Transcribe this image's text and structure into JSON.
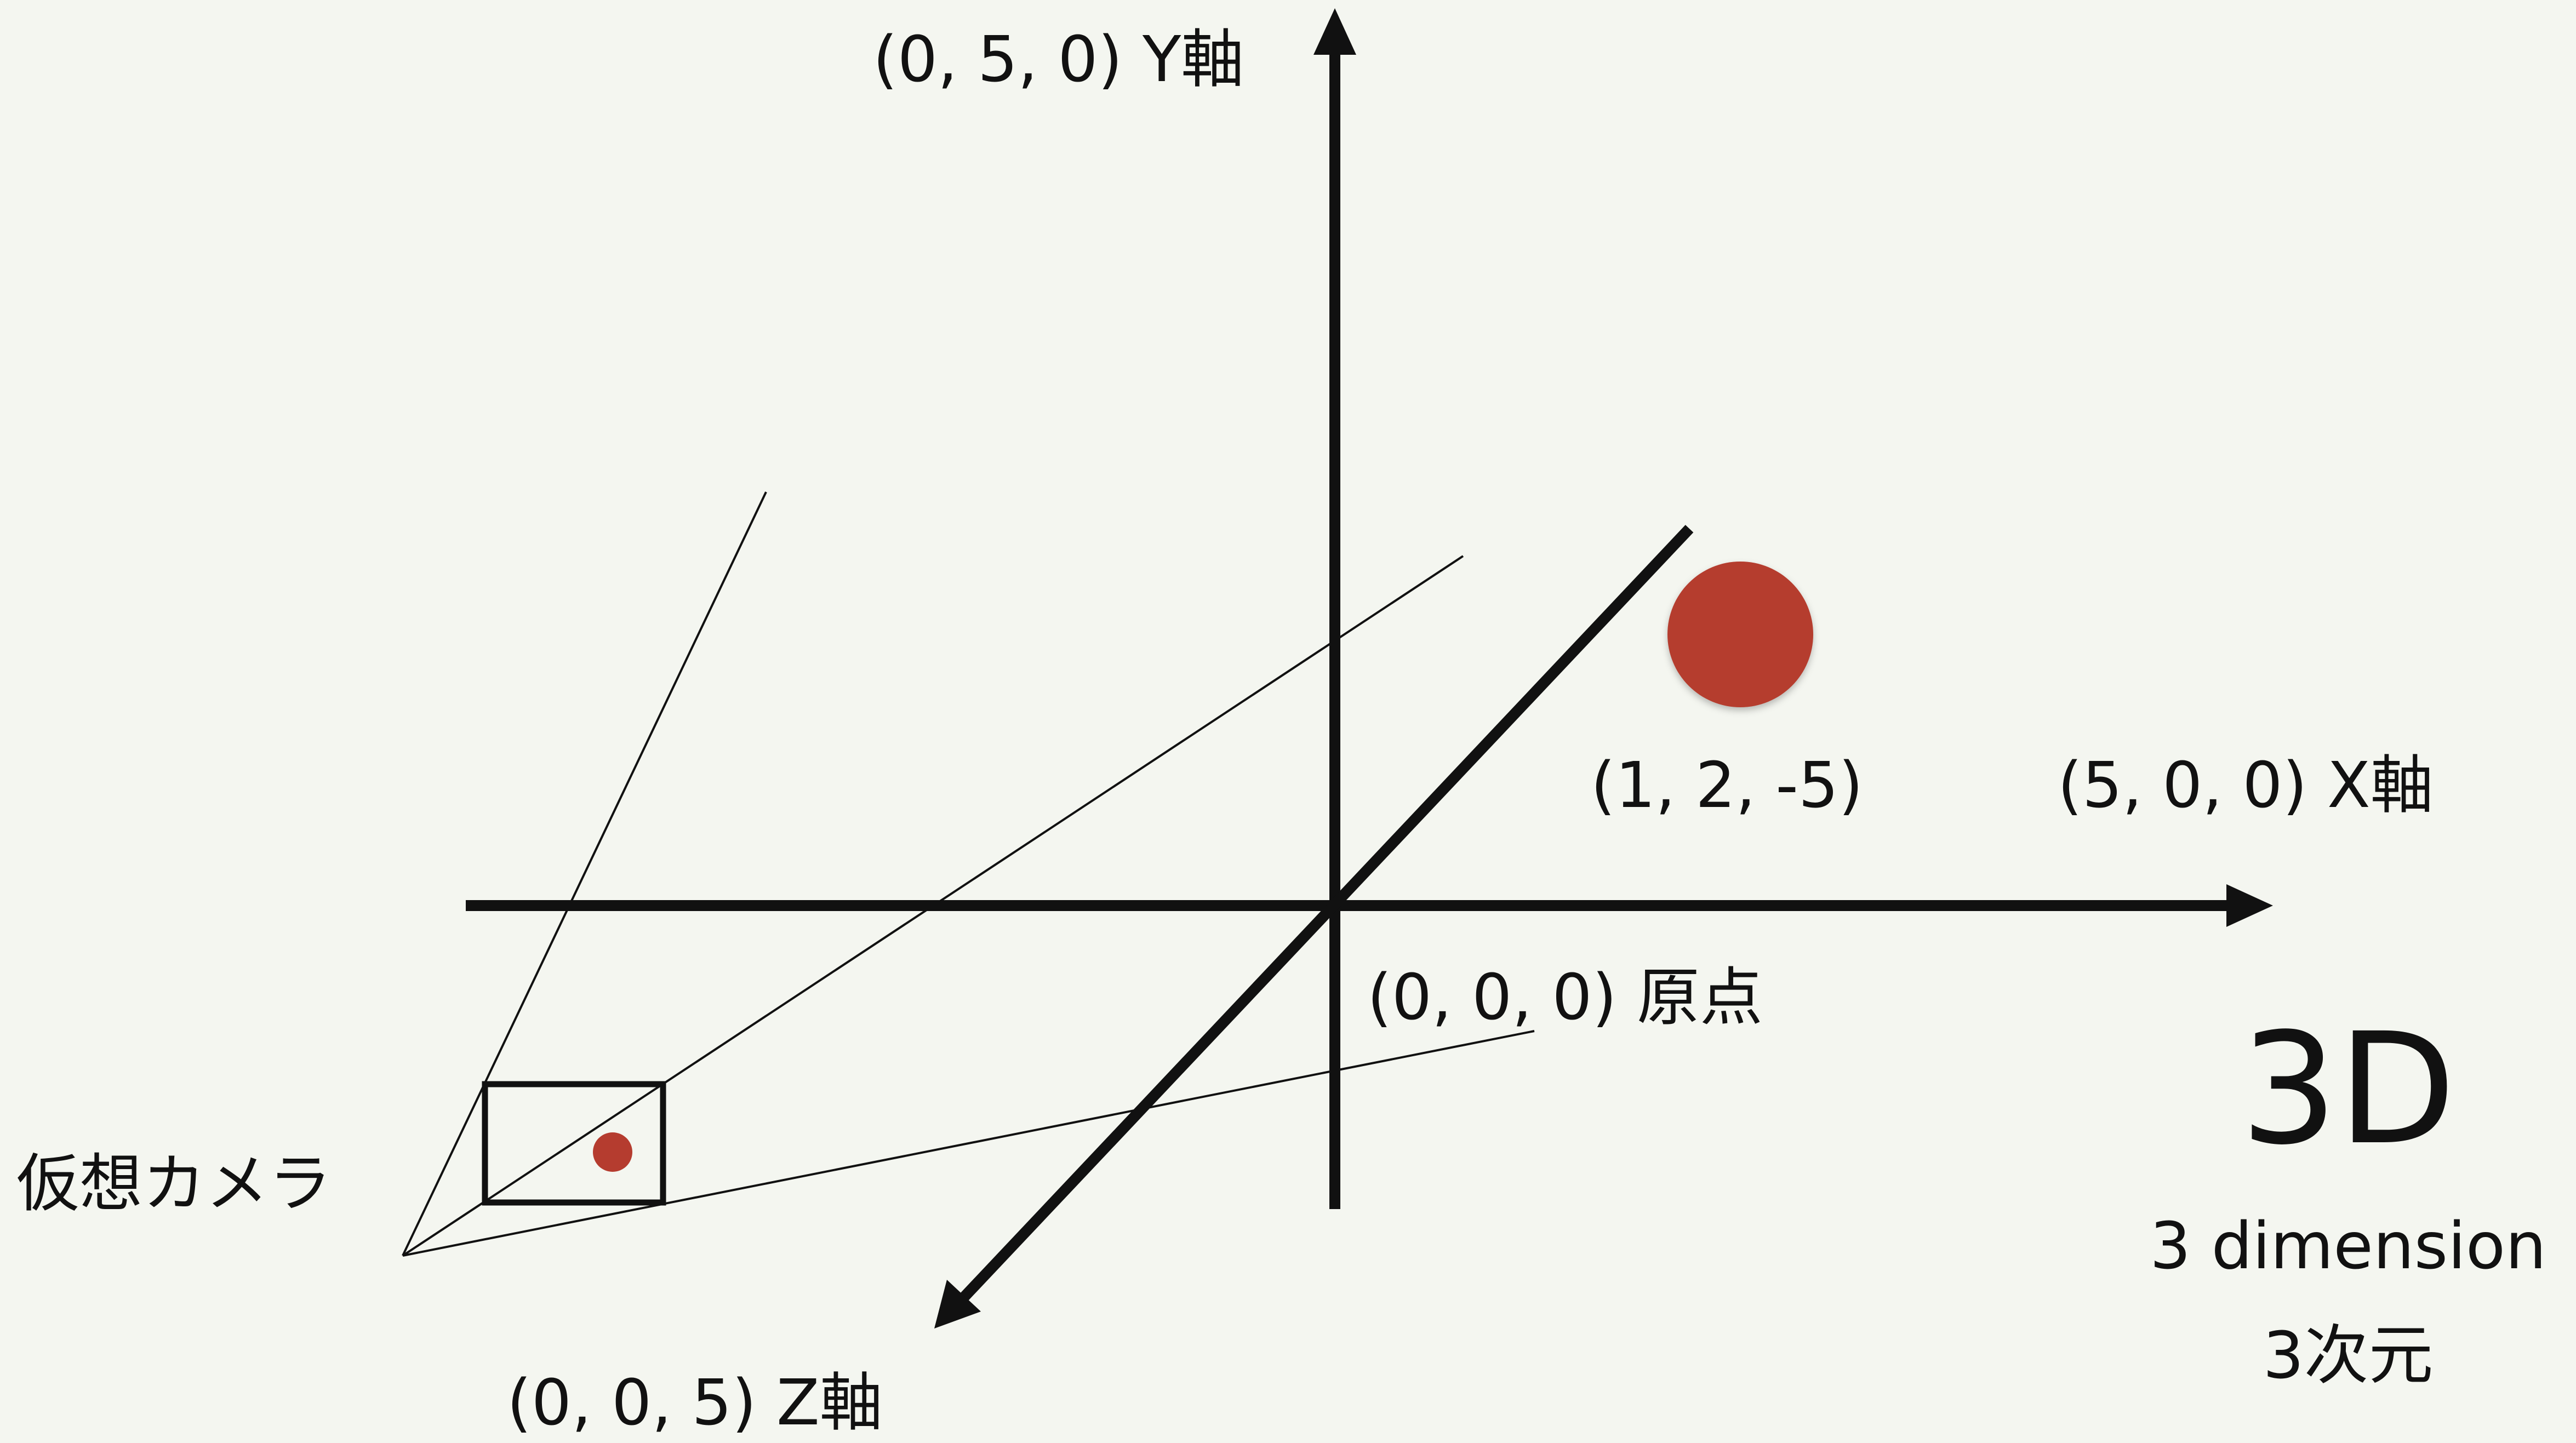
{
  "labels": {
    "y_axis": "(0, 5, 0) Y軸",
    "x_axis": "(5, 0, 0) X軸",
    "z_axis": "(0, 0, 5) Z軸",
    "origin": "(0, 0, 0) 原点",
    "point": "(1, 2, -5)",
    "camera": "仮想カメラ",
    "title": "3D",
    "subtitle": "3 dimension",
    "subtitle_ja": "3次元"
  },
  "colors": {
    "background": "#f4f6f0",
    "axis": "#111111",
    "point": "#b53c2f"
  }
}
